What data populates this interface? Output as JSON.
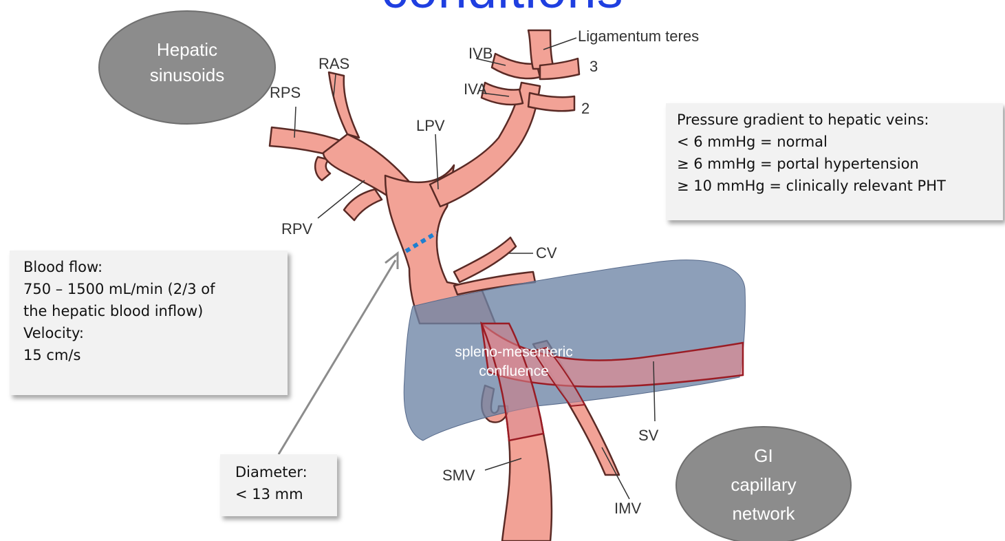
{
  "title": "conditions",
  "ovals": {
    "hepatic": [
      "Hepatic",
      "sinusoids"
    ],
    "gi": [
      "GI",
      "capillary",
      "network"
    ]
  },
  "labels": {
    "ligamentum_teres": "Ligamentum teres",
    "ivb": "IVB",
    "ras": "RAS",
    "rps": "RPS",
    "iva": "IVA",
    "num3": "3",
    "num2": "2",
    "lpv": "LPV",
    "rpv": "RPV",
    "cv": "CV",
    "smv": "SMV",
    "sv": "SV",
    "imv": "IMV"
  },
  "confluence": [
    "spleno-mesenteric",
    "confluence"
  ],
  "pressure_box": {
    "lines": [
      "Pressure gradient to hepatic veins:",
      "< 6 mmHg = normal",
      "≥ 6 mmHg = portal hypertension",
      "≥ 10 mmHg = clinically relevant PHT"
    ]
  },
  "flow_box": {
    "lines": [
      "Blood flow:",
      "750 – 1500 mL/min (2/3 of",
      "the hepatic blood inflow)",
      "Velocity:",
      "15 cm/s"
    ]
  },
  "diameter_box": {
    "lines": [
      "Diameter:",
      "< 13 mm"
    ]
  },
  "colors": {
    "vein": "#f2a296",
    "vein_dark": "#c96b60",
    "pancreas": "#6d84a5",
    "oval": "#8c8c8c",
    "title": "#1f3fe0",
    "marker": "#1e7fd0"
  }
}
